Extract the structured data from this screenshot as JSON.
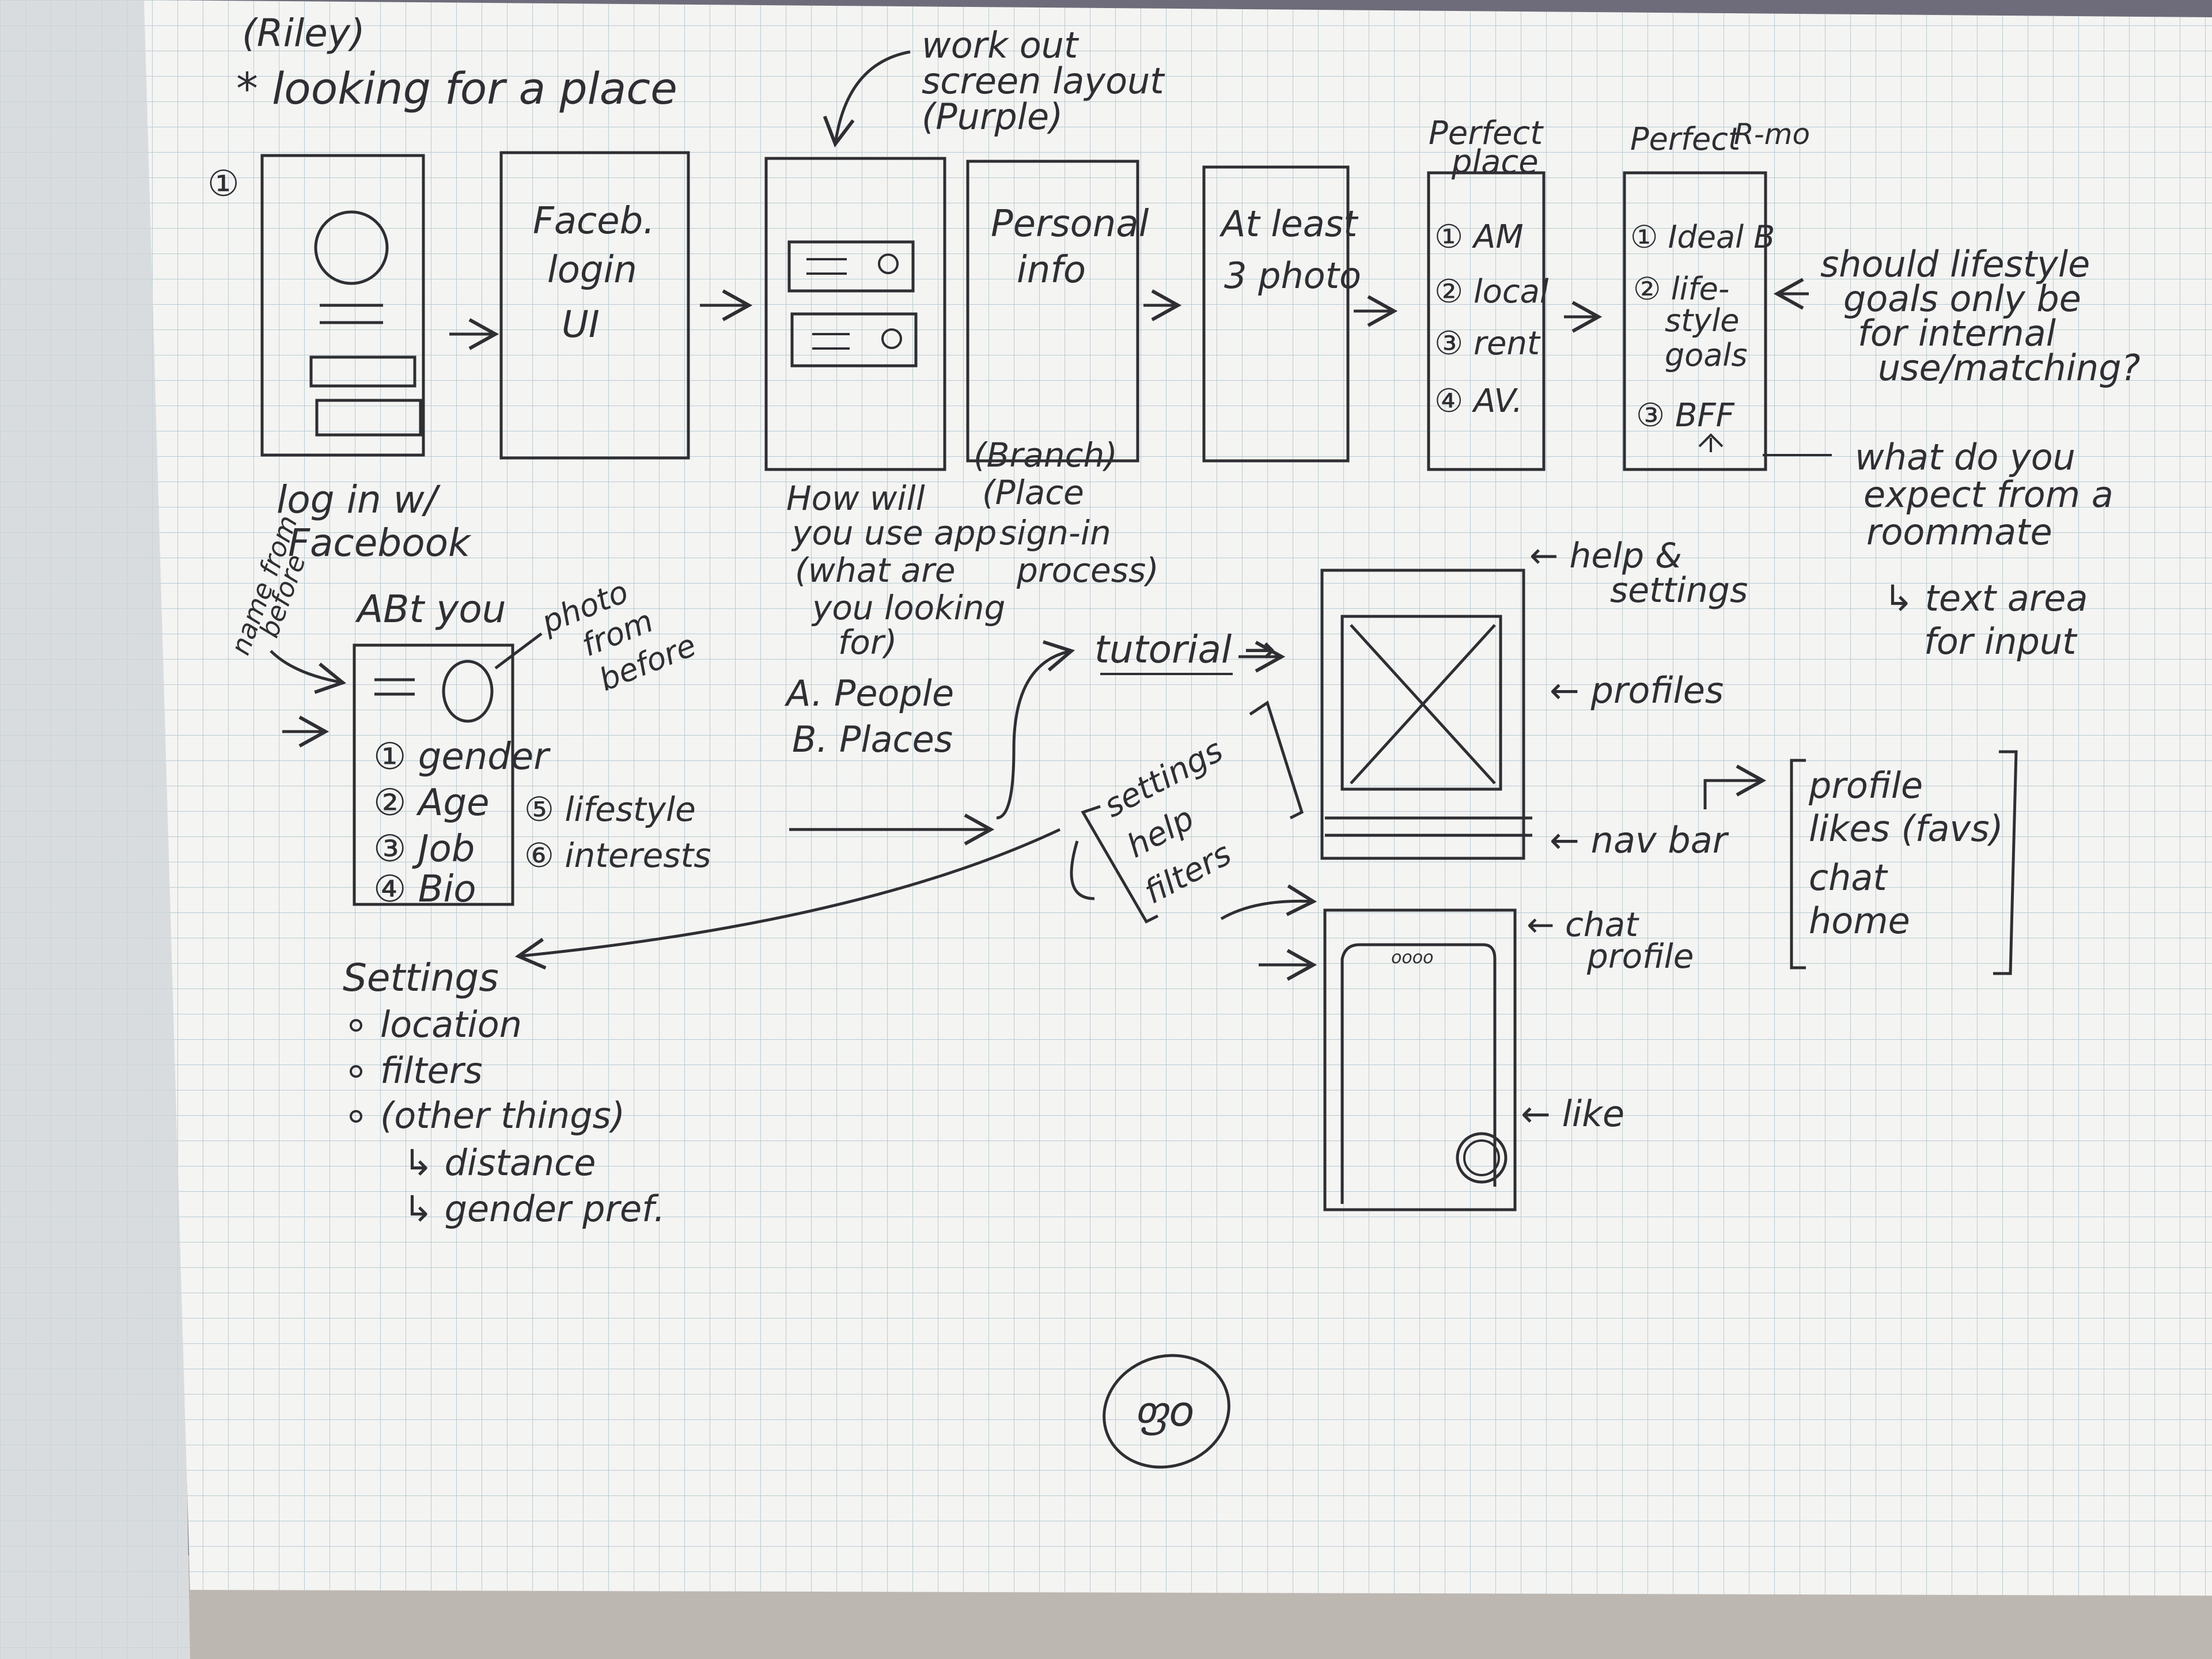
{
  "header": {
    "name": "(Riley)",
    "goal": "* looking for a place"
  },
  "annotations": {
    "screen_layout_note": [
      "work out",
      "screen layout",
      "(Purple)"
    ],
    "perfect_place": [
      "Perfect",
      "place"
    ],
    "perfect_roommate": [
      "Perfect",
      "R-mo"
    ],
    "lifestyle_question": [
      "should lifestyle",
      "goals only be",
      "for internal",
      "use/matching?"
    ],
    "roommate_question": [
      "what do you",
      "expect from a",
      "roommate"
    ],
    "text_area": [
      "↳ text area",
      "for input"
    ],
    "help_settings": [
      "← help &",
      "settings"
    ],
    "profiles_label": "← profiles",
    "nav_bar_label": "← nav bar",
    "chat_profile_label": [
      "← chat",
      "profile"
    ],
    "like_label": "← like",
    "tutorial": "tutorial →",
    "photo_from_before": [
      "photo",
      "from",
      "before"
    ],
    "name_from_before": [
      "name from",
      "before"
    ]
  },
  "flow": {
    "step_number": "①",
    "screen1_caption": [
      "log in w/",
      "Facebook"
    ],
    "screen2": [
      "Faceb.",
      "login",
      "UI"
    ],
    "screen3_caption": [
      "How will",
      "you use app",
      "(what are",
      "you looking",
      "for)"
    ],
    "screen3_options": [
      "A. People",
      "B. Places"
    ],
    "screen4": [
      "Personal",
      "info"
    ],
    "screen4_caption": [
      "(Branch)",
      "(Place",
      "sign-in",
      "process)"
    ],
    "screen5": [
      "At least",
      "3 photo"
    ],
    "screen6": [
      "① AM",
      "② local",
      "③ rent",
      "④ AV."
    ],
    "screen7": [
      "① Ideal B",
      "② life-",
      "style",
      "goals",
      "③ BFF"
    ]
  },
  "about_you": {
    "title": "ABt you",
    "items": [
      "① gender",
      "② Age",
      "③ Job",
      "④ Bio"
    ],
    "extra_items": [
      "⑤ lifestyle",
      "⑥ interests"
    ]
  },
  "settings_bracket": [
    "settings",
    "help",
    "filters"
  ],
  "settings_list": {
    "title": "Settings",
    "items": [
      "location",
      "filters",
      "(other things)"
    ],
    "sub_items": [
      "↳ distance",
      "↳ gender pref."
    ]
  },
  "nav_options": [
    "profile",
    "likes (favs)",
    "chat",
    "home"
  ],
  "chat_dots": "oooo",
  "page_number": "ფo"
}
